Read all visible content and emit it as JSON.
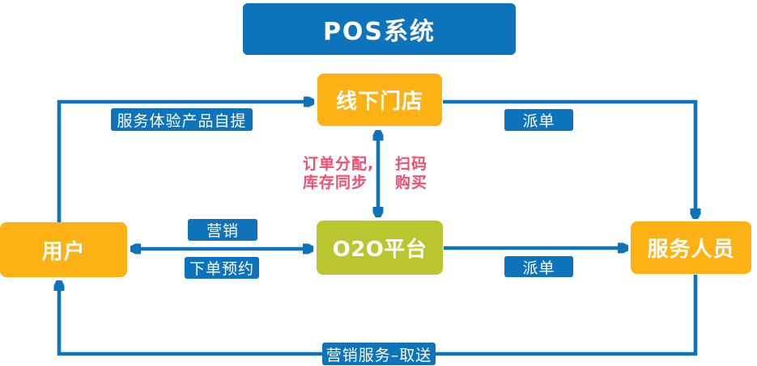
{
  "colors": {
    "blue": "#0d73ba",
    "orange": "#fcb215",
    "green": "#bbc52d",
    "pink": "#f24e6e",
    "text_on_fill": "#ffffff"
  },
  "title": "POS系统",
  "nodes": {
    "offline_store": "线下门店",
    "user": "用户",
    "o2o_platform": "O2O平台",
    "service_staff": "服务人员"
  },
  "edges": {
    "user_to_store": "服务体验产品自提",
    "store_to_staff": "派单",
    "o2o_to_staff": "派单",
    "user_o2o_top": "营销",
    "user_o2o_bottom": "下单预约",
    "staff_to_user": "营销服务–取送",
    "store_o2o_left_line1": "订单分配,",
    "store_o2o_left_line2": "库存同步",
    "store_o2o_right_line1": "扫码",
    "store_o2o_right_line2": "购买"
  }
}
